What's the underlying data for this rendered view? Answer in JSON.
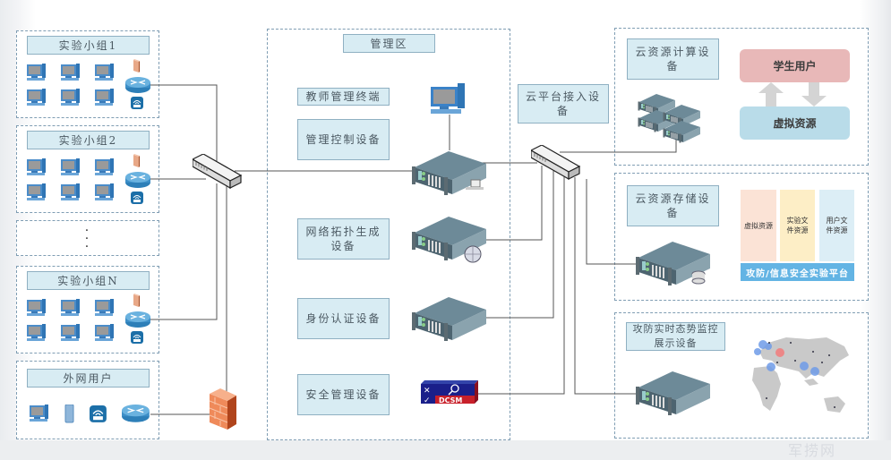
{
  "groups": [
    {
      "title": "实验小组1"
    },
    {
      "title": "实验小组2"
    },
    {
      "title": "实验小组N"
    }
  ],
  "ellipsis": "·\n·\n·",
  "external": {
    "title": "外网用户"
  },
  "management": {
    "title": "管理区",
    "items": [
      {
        "label": "教师管理终端"
      },
      {
        "label": "管理控制设备"
      },
      {
        "label": "网络拓扑生成设备"
      },
      {
        "label": "身份认证设备"
      },
      {
        "label": "安全管理设备"
      }
    ],
    "dcsm_label": "DCSM"
  },
  "cloud_access": {
    "label": "云平台接入设备"
  },
  "cloud_compute": {
    "label": "云资源计算设备",
    "student_user": "学生用户",
    "virtual_resource": "虚拟资源",
    "colors": {
      "student": "#e8b4b4",
      "virtual": "#b9dce9"
    }
  },
  "cloud_storage": {
    "label": "云资源存储设备",
    "columns": [
      {
        "label": "虚拟资源",
        "color": "#fbe3d6"
      },
      {
        "label": "实验文件资源",
        "color": "#fdeec6"
      },
      {
        "label": "用户文件资源",
        "color": "#dceef6"
      }
    ],
    "platform": "攻防/信息安全实验平台"
  },
  "monitor": {
    "label": "攻防实时态势监控展示设备"
  },
  "watermark": "军捞网"
}
